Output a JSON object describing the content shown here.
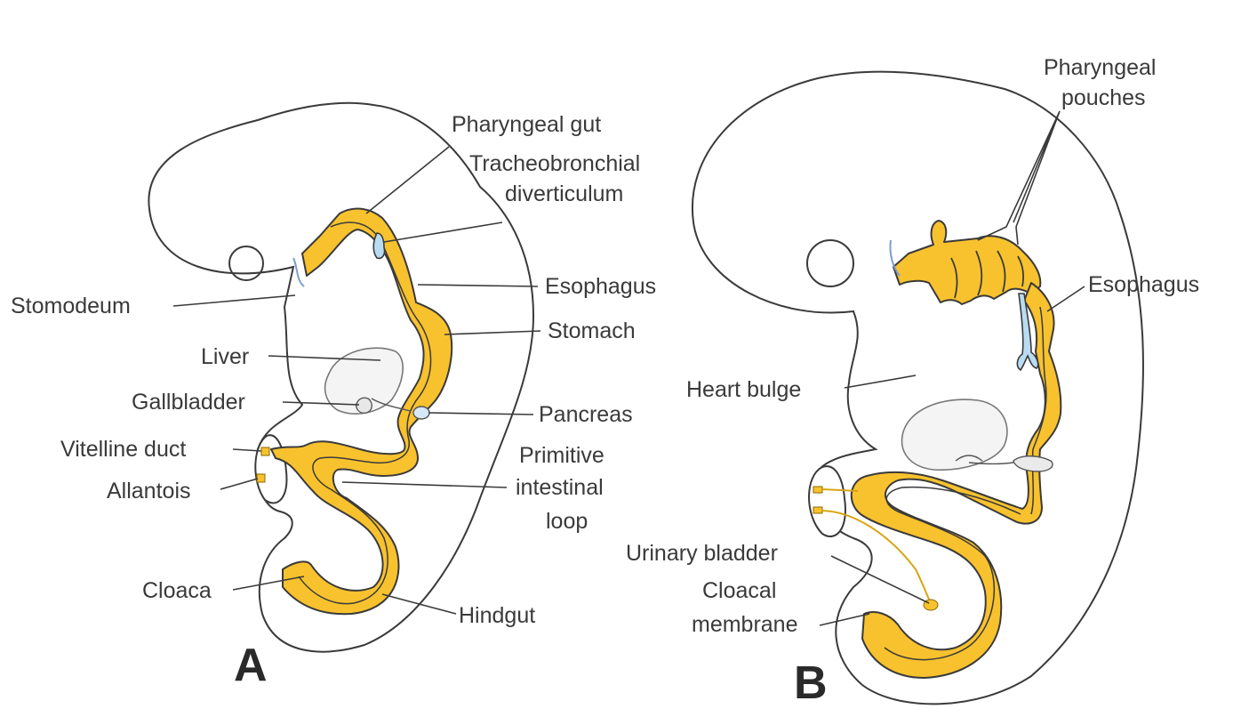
{
  "panel_a": {
    "letter": "A",
    "labels": {
      "pharyngeal_gut": "Pharyngeal gut",
      "tracheobronchial_1": "Tracheobronchial",
      "tracheobronchial_2": "diverticulum",
      "esophagus": "Esophagus",
      "stomodeum": "Stomodeum",
      "stomach": "Stomach",
      "liver": "Liver",
      "gallbladder": "Gallbladder",
      "pancreas": "Pancreas",
      "vitelline_duct": "Vitelline duct",
      "primitive_1": "Primitive",
      "primitive_2": "intestinal",
      "primitive_3": "loop",
      "allantois": "Allantois",
      "cloaca": "Cloaca",
      "hindgut": "Hindgut"
    }
  },
  "panel_b": {
    "letter": "B",
    "labels": {
      "pharyngeal_pouches_1": "Pharyngeal",
      "pharyngeal_pouches_2": "pouches",
      "esophagus": "Esophagus",
      "heart_bulge": "Heart bulge",
      "urinary_bladder": "Urinary bladder",
      "cloacal_membrane_1": "Cloacal",
      "cloacal_membrane_2": "membrane"
    }
  },
  "colors": {
    "gut": "#f8c22e",
    "respiratory": "#b9dcf2",
    "outline": "#3a3a3a"
  }
}
